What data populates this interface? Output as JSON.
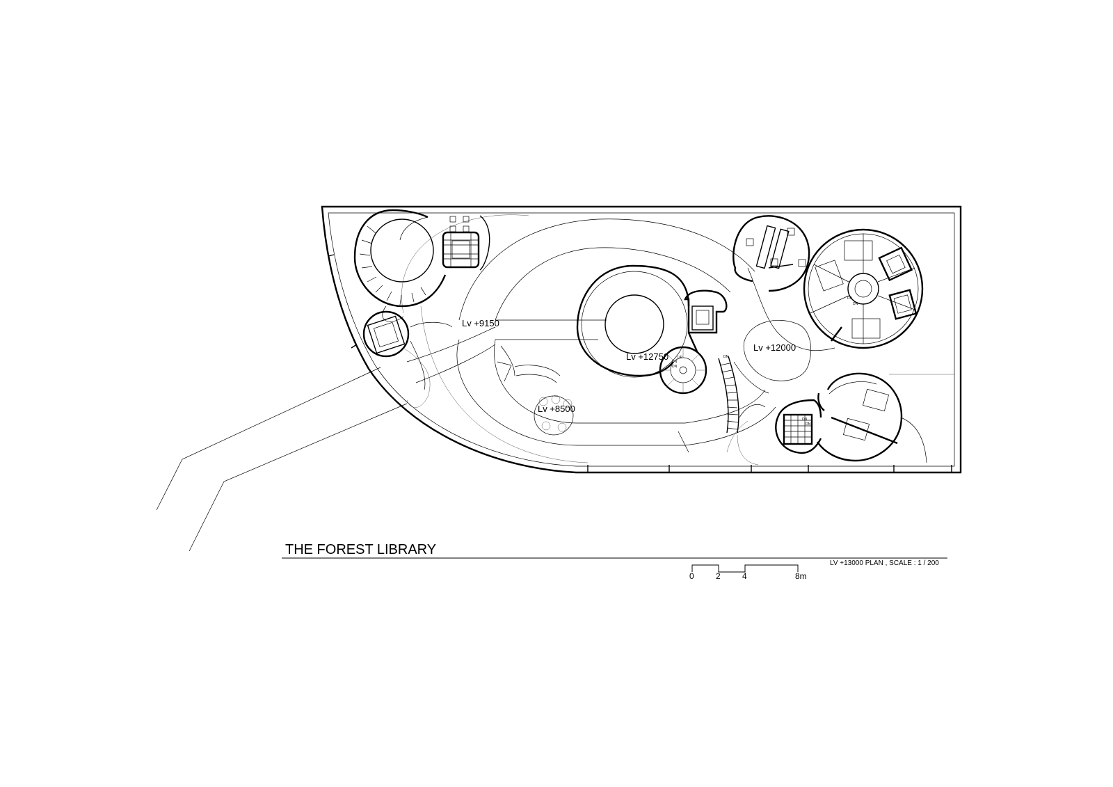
{
  "title": "THE FOREST LIBRARY",
  "plan_caption": "LV +13000 PLAN , SCALE : 1 / 200",
  "levels": [
    "Lv +9150",
    "Lv +12750",
    "Lv +12000",
    "Lv +8500"
  ],
  "stair_marks": {
    "up": "UP",
    "dn": "DN"
  },
  "scale_bar": {
    "ticks": [
      "0",
      "2",
      "4",
      "8m"
    ]
  }
}
